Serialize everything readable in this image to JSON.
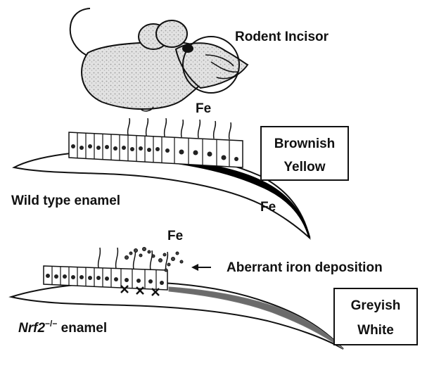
{
  "labels": {
    "rodent_incisor": "Rodent Incisor",
    "fe_top": "Fe",
    "brownish": "Brownish",
    "yellow": "Yellow",
    "wild_type": "Wild type enamel",
    "fe_mid": "Fe",
    "fe_bottom": "Fe",
    "aberrant": "Aberrant iron deposition",
    "greyish": "Greyish",
    "white": "White",
    "nrf2_gene": "Nrf2",
    "nrf2_superscript": "−/−",
    "nrf2_suffix": " enamel"
  },
  "colors": {
    "ink": "#111111",
    "mouse_fill": "#d9d9d9",
    "stain_brown": "#000000",
    "stain_grey": "#6b6b6b"
  }
}
